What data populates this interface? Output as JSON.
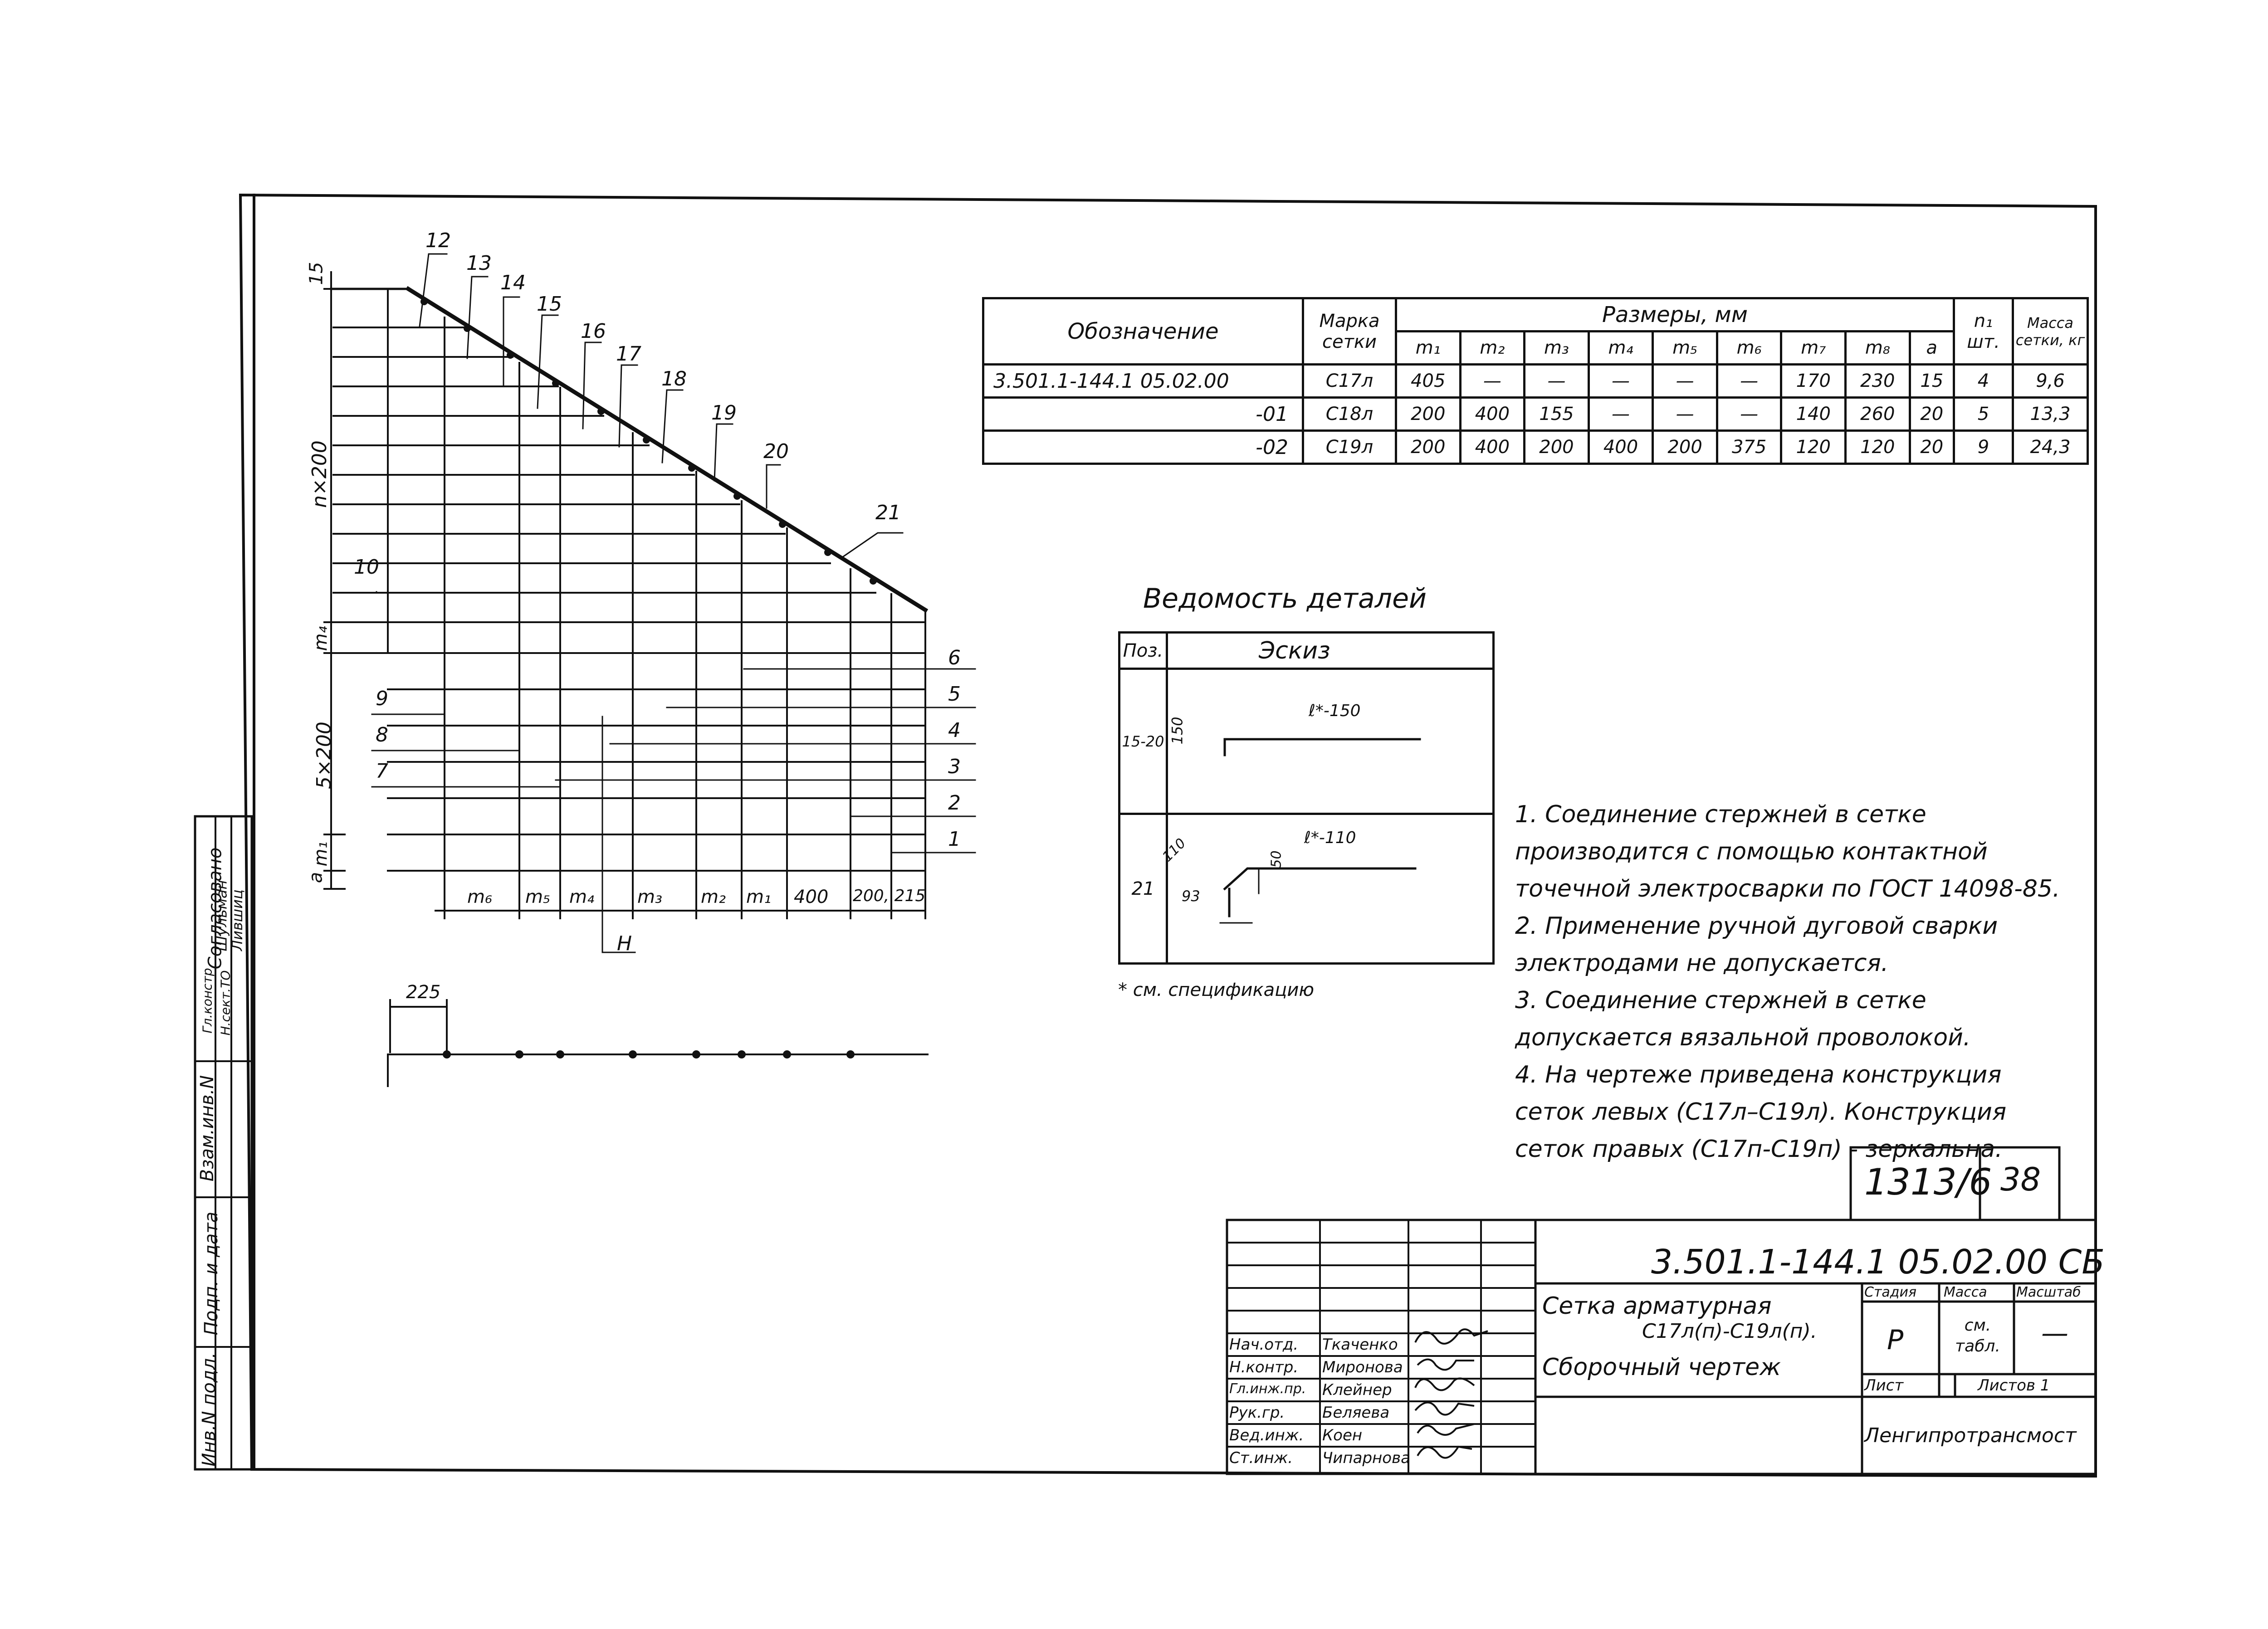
{
  "spec_table": {
    "col_designation": "Обозначение",
    "col_mark": "Марка сетки",
    "col_sizes": "Размеры, мм",
    "col_n": "n₁ шт.",
    "col_mass": "Масса сетки, кг",
    "sub_headers": [
      "m₁",
      "m₂",
      "m₃",
      "m₄",
      "m₅",
      "m₆",
      "m₇",
      "m₈",
      "a"
    ],
    "rows": [
      {
        "designation": "3.501.1-144.1 05.02.00",
        "mark": "С17л",
        "cells": [
          "405",
          "—",
          "—",
          "—",
          "—",
          "—",
          "170",
          "230",
          "15"
        ],
        "n": "4",
        "mass": "9,6"
      },
      {
        "designation": "-01",
        "mark": "С18л",
        "cells": [
          "200",
          "400",
          "155",
          "—",
          "—",
          "—",
          "140",
          "260",
          "20"
        ],
        "n": "5",
        "mass": "13,3"
      },
      {
        "designation": "-02",
        "mark": "С19л",
        "cells": [
          "200",
          "400",
          "200",
          "400",
          "200",
          "375",
          "120",
          "120",
          "20"
        ],
        "n": "9",
        "mass": "24,3"
      }
    ]
  },
  "details": {
    "title": "Ведомость деталей",
    "col_pos": "Поз.",
    "col_sketch": "Эскиз",
    "rows": [
      {
        "pos": "15-20",
        "dim_vertical": "150",
        "dim_length": "ℓ*-150"
      },
      {
        "pos": "21",
        "dim_diag": "110",
        "dim_rise": "50",
        "dim_base": "93",
        "dim_length": "ℓ*-110"
      }
    ],
    "footnote": "* см. спецификацию"
  },
  "notes": [
    "1. Соединение стержней в сетке",
    "производится с помощью контактной",
    "точечной электросварки по ГОСТ 14098-85.",
    "2. Применение ручной дуговой сварки",
    "электродами не допускается.",
    "3. Соединение стержней в сетке",
    "допускается вязальной проволокой.",
    "4. На чертеже приведена конструкция",
    "сеток левых (С17л–С19л). Конструкция",
    "сеток правых (С17п-С19п) - зеркальна."
  ],
  "drawing": {
    "position_labels": [
      "12",
      "13",
      "14",
      "15",
      "16",
      "17",
      "18",
      "19",
      "20",
      "21",
      "10",
      "9",
      "8",
      "7",
      "6",
      "5",
      "4",
      "3",
      "2",
      "1",
      "15"
    ],
    "dim_n200": "n×200",
    "dim_5x200": "5×200",
    "dim_m1": "m₁",
    "dim_m4": "m₄",
    "dim_a": "a",
    "bottom_dims": [
      "m₆",
      "m₅",
      "m₄",
      "m₃",
      "m₂",
      "m₁",
      "400",
      "200, 215"
    ],
    "section_label": "Н",
    "dim_225": "225"
  },
  "approval": {
    "header": "Согласовано",
    "names": [
      "Шульман",
      "Лившиц"
    ],
    "roles": [
      "Гл.констр",
      "Н.сект.ТО"
    ],
    "side_labels": [
      "Взам.инв.N",
      "Подп. и дата",
      "Инв.N подл."
    ]
  },
  "title_block": {
    "doc_code": "3.501.1-144.1 05.02.00 СБ",
    "album": "1313/6",
    "page": "38",
    "title_lines": [
      "Сетка арматурная",
      "С17л(п)-С19л(п).",
      "Сборочный чертеж"
    ],
    "col_stage": "Стадия",
    "col_mass": "Масса",
    "col_scale": "Масштаб",
    "stage": "Р",
    "mass": "см. табл.",
    "scale": "—",
    "sheet": "Лист",
    "sheets": "Листов 1",
    "org": "Ленгипротрансмост",
    "staff": [
      {
        "role": "Нач.отд.",
        "name": "Ткаченко"
      },
      {
        "role": "Н.контр.",
        "name": "Миронова"
      },
      {
        "role": "Гл.инж.пр.",
        "name": "Клейнер"
      },
      {
        "role": "Рук.гр.",
        "name": "Беляева"
      },
      {
        "role": "Вед.инж.",
        "name": "Коен"
      },
      {
        "role": "Ст.инж.",
        "name": "Чипарнова"
      }
    ]
  }
}
